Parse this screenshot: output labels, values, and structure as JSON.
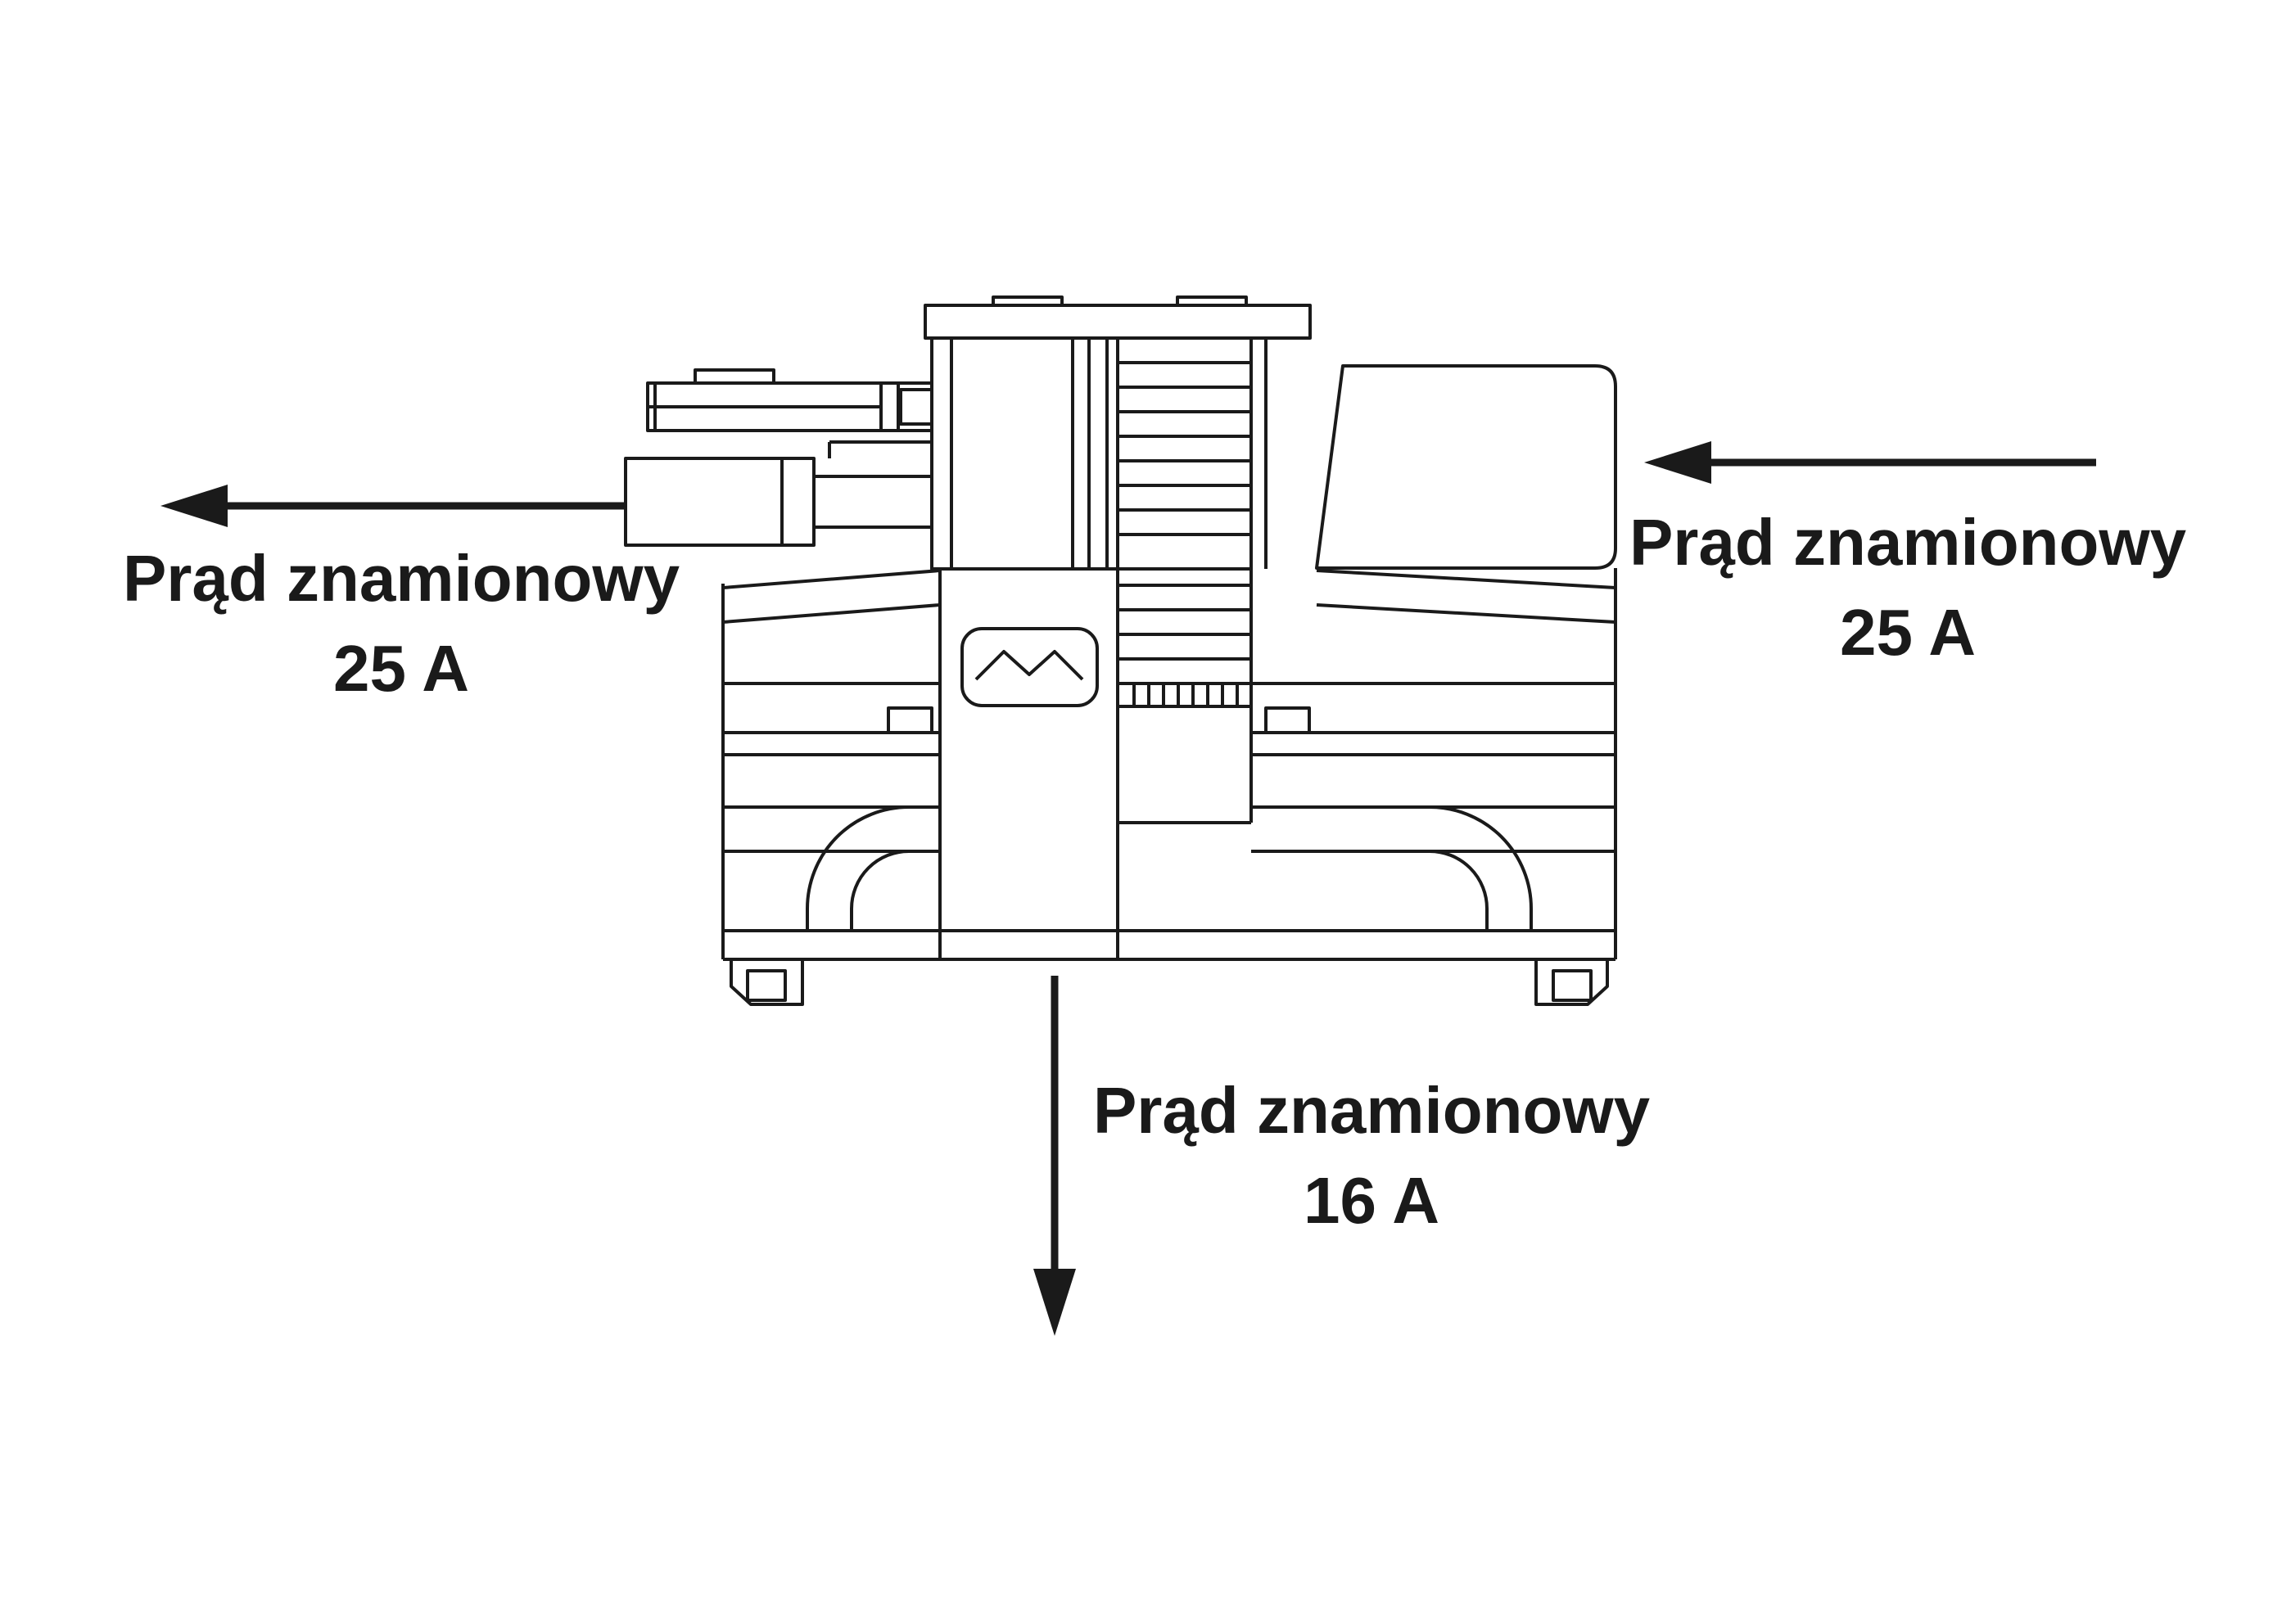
{
  "colors": {
    "line": "#1a1a1a",
    "background": "#ffffff"
  },
  "labels": {
    "left": {
      "title": "Prąd znamionowy",
      "value": "25 A"
    },
    "right": {
      "title": "Prąd znamionowy",
      "value": "25 A"
    },
    "bottom": {
      "title": "Prąd znamionowy",
      "value": "16 A"
    }
  },
  "arrows": {
    "left": {
      "icon": "arrow-left",
      "direction": "left"
    },
    "right": {
      "icon": "arrow-left",
      "direction": "left"
    },
    "bottom": {
      "icon": "arrow-down",
      "direction": "down"
    }
  }
}
